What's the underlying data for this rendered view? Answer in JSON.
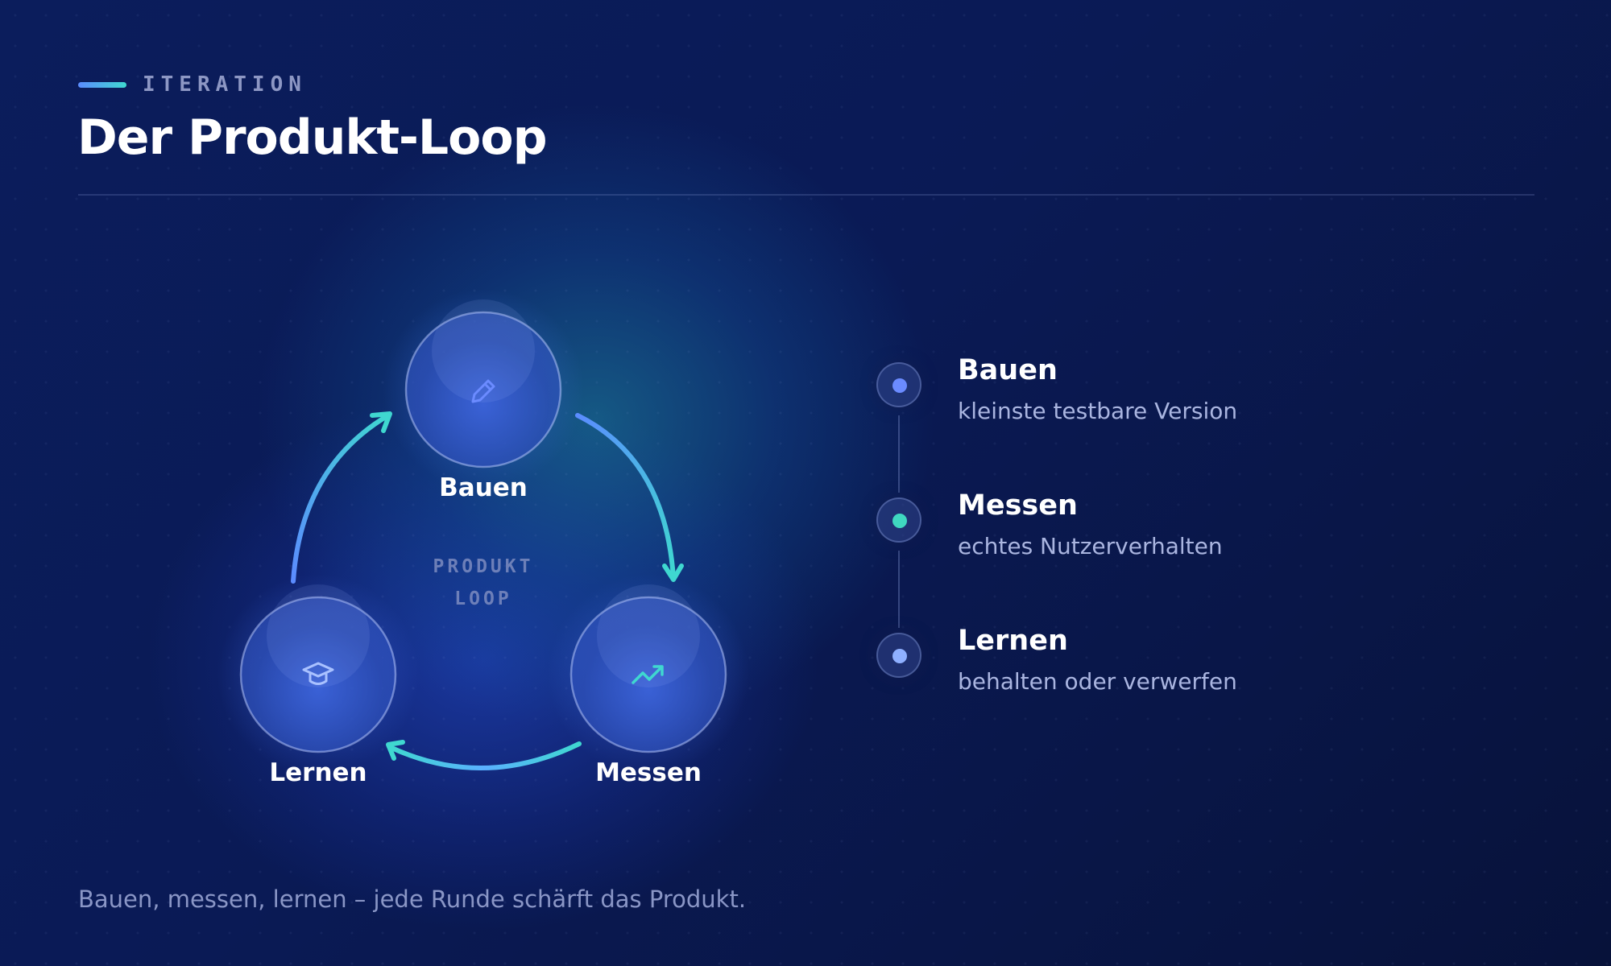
{
  "header": {
    "eyebrow": "ITERATION",
    "title": "Der Produkt-Loop"
  },
  "diagram": {
    "center_label_line1": "PRODUKT",
    "center_label_line2": "LOOP",
    "nodes": [
      {
        "label": "Bauen",
        "icon": "pencil-icon"
      },
      {
        "label": "Messen",
        "icon": "trend-up-icon"
      },
      {
        "label": "Lernen",
        "icon": "graduation-cap-icon"
      }
    ]
  },
  "steps": [
    {
      "title": "Bauen",
      "description": "kleinste testbare Version",
      "dot_color": "#6b8bff"
    },
    {
      "title": "Messen",
      "description": "echtes Nutzerverhalten",
      "dot_color": "#3fd8c0"
    },
    {
      "title": "Lernen",
      "description": "behalten oder verwerfen",
      "dot_color": "#8fb0ff"
    }
  ],
  "footer": "Bauen, messen, lernen – jede Runde schärft das Produkt.",
  "colors": {
    "accent_blue": "#5b8cff",
    "accent_teal": "#3fd8d0",
    "background": "#0a1a55"
  }
}
